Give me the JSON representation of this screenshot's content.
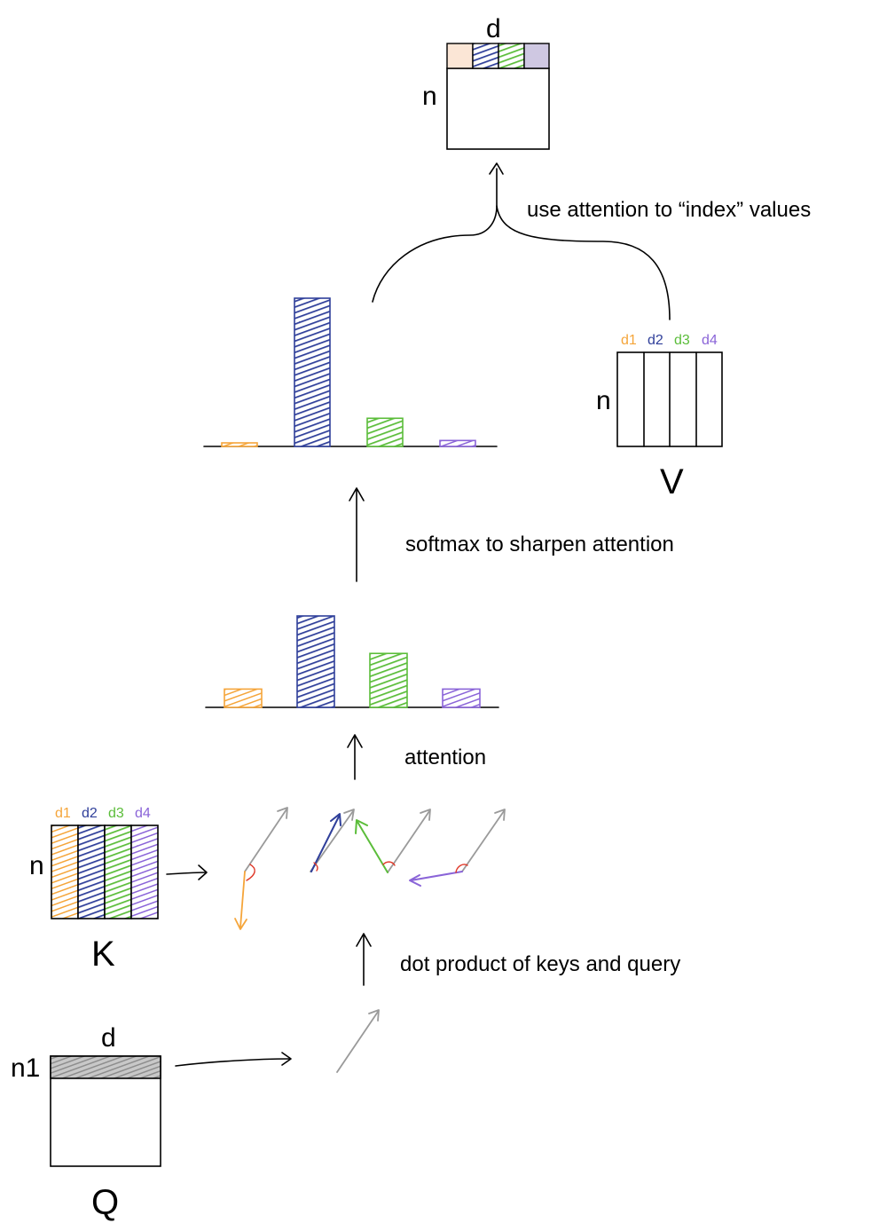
{
  "labels": {
    "output_d": "d",
    "output_n": "n",
    "use_attention_caption": "use attention to “index” values",
    "softmax_caption": "softmax to sharpen attention",
    "attention_caption": "attention",
    "dot_product_caption": "dot product of keys and query",
    "V": "V",
    "V_n": "n",
    "K": "K",
    "K_n": "n",
    "Q": "Q",
    "Q_d": "d",
    "Q_n1": "n1"
  },
  "dims": [
    "d1",
    "d2",
    "d3",
    "d4"
  ],
  "colors": {
    "d1": "#f5a53a",
    "d2": "#2f3f9a",
    "d3": "#5bbd3a",
    "d4": "#8a64d8",
    "query": "#9a9a9a",
    "angle_mark": "#e03a2a"
  },
  "softmax_bars": [
    0.02,
    1.0,
    0.19,
    0.04
  ],
  "attention_bars": [
    0.2,
    1.0,
    0.59,
    0.2
  ]
}
